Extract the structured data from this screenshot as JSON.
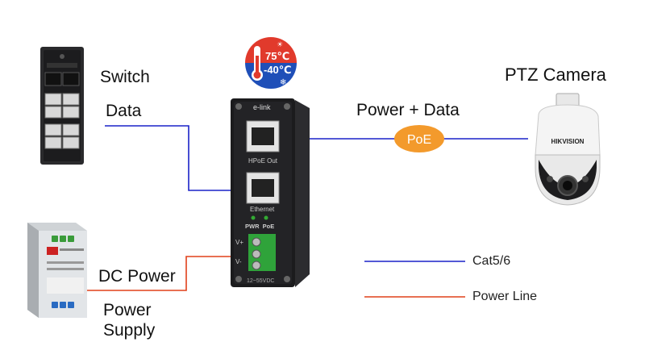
{
  "labels": {
    "switch": "Switch",
    "data": "Data",
    "power_plus_data": "Power + Data",
    "ptz_camera": "PTZ Camera",
    "dc_power": "DC Power",
    "power_supply_line1": "Power",
    "power_supply_line2": "Supply"
  },
  "badge": {
    "text": "PoE"
  },
  "temperature": {
    "high": "75℃",
    "low": "-40℃"
  },
  "device": {
    "brand": "e-link",
    "port_top_label": "HPoE Out",
    "port_bottom_label": "Ethernet",
    "led_labels": "PWR  PoE",
    "v_plus": "V+",
    "v_minus": "V-",
    "voltage": "12~55VDC"
  },
  "camera": {
    "brand": "HIKVISION"
  },
  "legend": {
    "items": [
      {
        "label": "Cat5/6",
        "color": "#1a22c8"
      },
      {
        "label": "Power Line",
        "color": "#e0401a"
      }
    ]
  },
  "colors": {
    "data_line": "#1a22c8",
    "power_line": "#e0401a",
    "badge_fill": "#f39a2c"
  }
}
